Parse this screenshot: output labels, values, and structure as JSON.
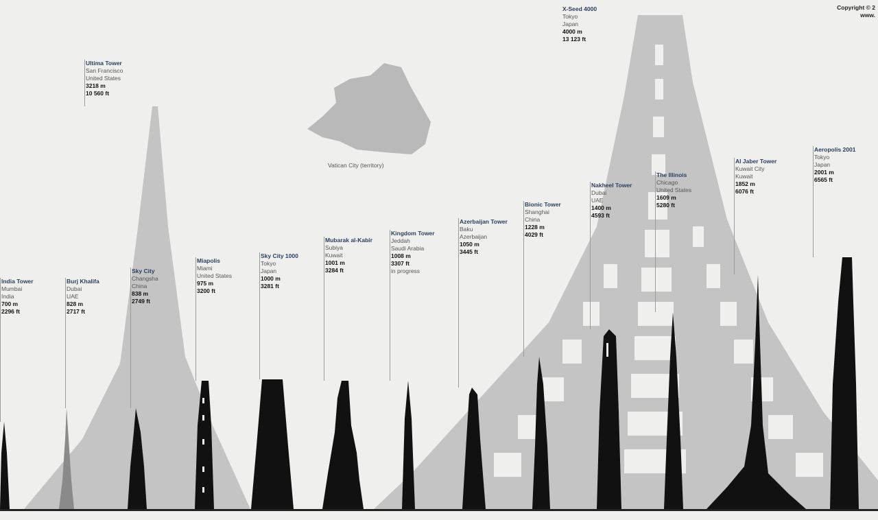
{
  "copyright": {
    "line1": "Copyright © 2",
    "line2": "www."
  },
  "vatican": {
    "label": "Vatican City (territory)"
  },
  "buildings": [
    {
      "name": "India Tower",
      "city": "Mumbai",
      "country": "India",
      "meters": "700 m",
      "feet": "2296 ft",
      "color": "#111111"
    },
    {
      "name": "Burj Khalifa",
      "city": "Dubai",
      "country": "UAE",
      "meters": "828 m",
      "feet": "2717 ft",
      "color": "#8a8a8a"
    },
    {
      "name": "Sky City",
      "city": "Changsha",
      "country": "China",
      "meters": "838 m",
      "feet": "2749 ft",
      "color": "#111111"
    },
    {
      "name": "Ultima Tower",
      "city": "San Francisco",
      "country": "United States",
      "meters": "3218 m",
      "feet": "10 560 ft",
      "color": "#bdbdbd"
    },
    {
      "name": "Miapolis",
      "city": "Miami",
      "country": "United States",
      "meters": "975 m",
      "feet": "3200 ft",
      "color": "#111111"
    },
    {
      "name": "Sky City 1000",
      "city": "Tokyo",
      "country": "Japan",
      "meters": "1000 m",
      "feet": "3281 ft",
      "color": "#111111"
    },
    {
      "name": "Mubarak al-Kabir",
      "city": "Subiya",
      "country": "Kuwait",
      "meters": "1001 m",
      "feet": "3284 ft",
      "color": "#111111"
    },
    {
      "name": "Kingdom Tower",
      "city": "Jeddah",
      "country": "Saudi Arabia",
      "meters": "1008 m",
      "feet": "3307 ft",
      "status": "in progress",
      "color": "#111111"
    },
    {
      "name": "Azerbaijan Tower",
      "city": "Baku",
      "country": "Azerbaijan",
      "meters": "1050 m",
      "feet": "3445 ft",
      "color": "#111111"
    },
    {
      "name": "Bionic Tower",
      "city": "Shanghai",
      "country": "China",
      "meters": "1228 m",
      "feet": "4029 ft",
      "color": "#111111"
    },
    {
      "name": "Nakheel Tower",
      "city": "Dubai",
      "country": "UAE",
      "meters": "1400 m",
      "feet": "4593 ft",
      "color": "#111111"
    },
    {
      "name": "The Illinois",
      "city": "Chicago",
      "country": "United States",
      "meters": "1609 m",
      "feet": "5280 ft",
      "color": "#111111"
    },
    {
      "name": "X-Seed 4000",
      "city": "Tokyo",
      "country": "Japan",
      "meters": "4000 m",
      "feet": "13 123 ft",
      "color": "#bdbdbd"
    },
    {
      "name": "Al Jaber Tower",
      "city": "Kuwait City",
      "country": "Kuwait",
      "meters": "1852 m",
      "feet": "6076 ft",
      "color": "#111111"
    },
    {
      "name": "Aeropolis 2001",
      "city": "Tokyo",
      "country": "Japan",
      "meters": "2001 m",
      "feet": "6565 ft",
      "color": "#111111"
    }
  ]
}
